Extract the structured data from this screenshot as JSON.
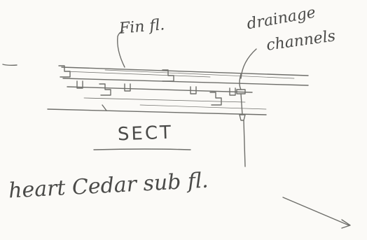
{
  "labels": {
    "finish_floor": "Fin fl.",
    "drainage_line1": "drainage",
    "drainage_line2": "channels",
    "section": "SECT",
    "heart_cedar": "heart Cedar sub fl."
  }
}
